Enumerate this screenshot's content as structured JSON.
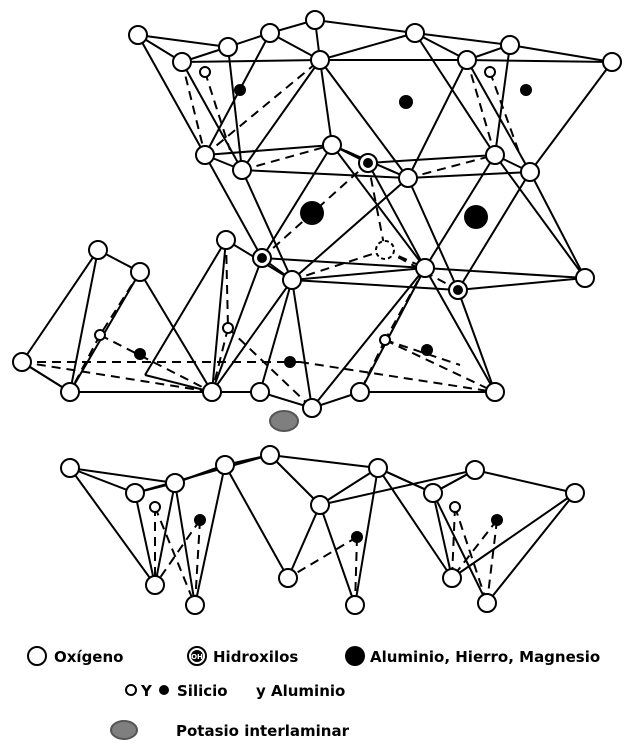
{
  "legend": {
    "oxygen": "Oxígeno",
    "hydroxyl": "Hidroxilos",
    "octahedral_cations": "Aluminio, Hierro, Magnesio",
    "tetra_y": "Y",
    "tetra_silicon": "Silicio",
    "tetra_aluminum": "y Aluminio",
    "potassium": "Potasio interlaminar"
  },
  "icons": {
    "hydroxyl_symbol": "OH"
  },
  "colors": {
    "background": "#ffffff",
    "ink": "#000000",
    "potassium": "#7f7f7f"
  }
}
